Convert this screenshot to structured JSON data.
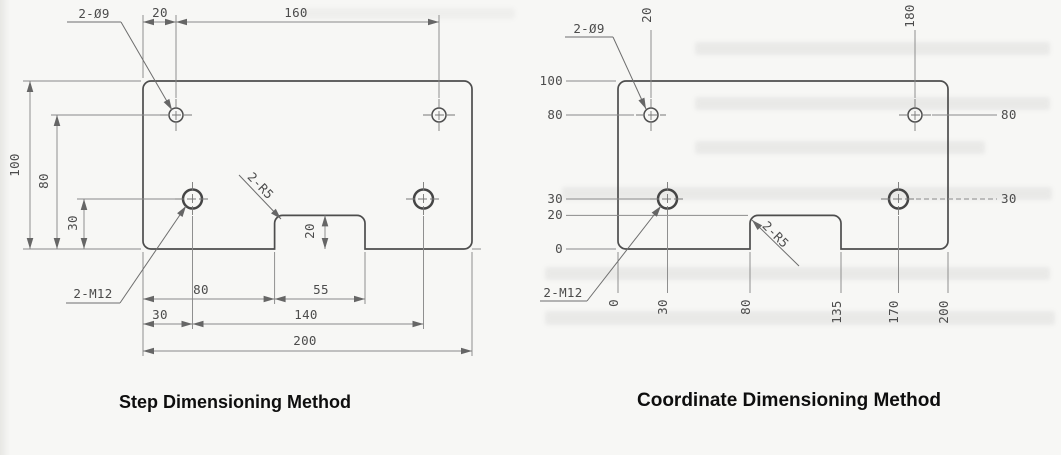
{
  "left": {
    "caption": "Step Dimensioning Method",
    "labels": {
      "top_holes": "2-Ø9",
      "mid_holes": "2-M12",
      "notch_fillet": "2-R5"
    },
    "dims": {
      "hole_offset_x": "20",
      "hole_span_x": "160",
      "plate_height": "100",
      "top_hole_y": "80",
      "mid_hole_y": "30",
      "notch_depth": "20",
      "notch_offset": "80",
      "notch_width": "55",
      "mid_hole_x": "30",
      "mid_hole_span": "140",
      "plate_width": "200"
    }
  },
  "right": {
    "caption": "Coordinate Dimensioning Method",
    "labels": {
      "top_holes": "2-Ø9",
      "mid_holes": "2-M12",
      "notch_fillet": "2-R5"
    },
    "ordinates": {
      "top": [
        "20",
        "180"
      ],
      "left": [
        "100",
        "80",
        "30",
        "20",
        "0"
      ],
      "right": [
        "80",
        "30"
      ],
      "bottom": [
        "0",
        "30",
        "80",
        "135",
        "170",
        "200"
      ]
    }
  }
}
